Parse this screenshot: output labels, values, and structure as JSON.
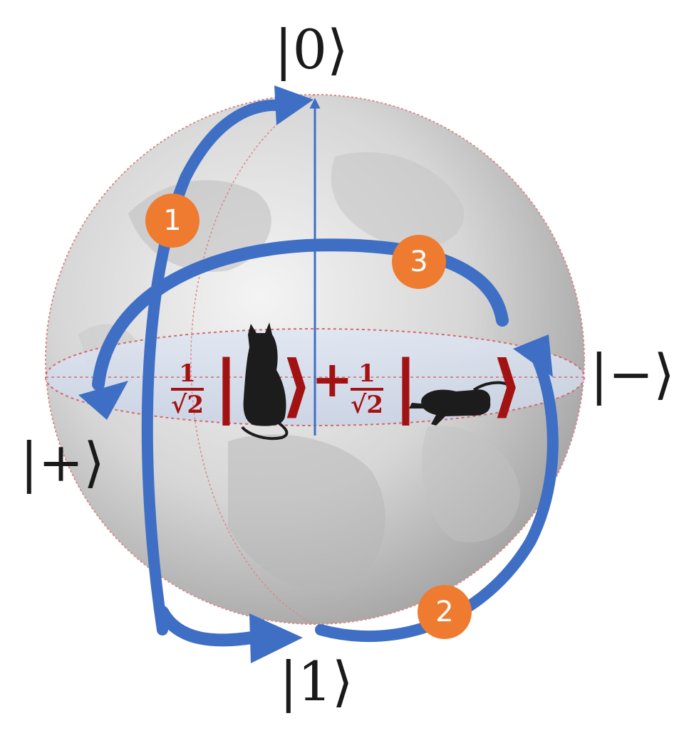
{
  "states": {
    "top": "|0⟩",
    "bottom": "|1⟩",
    "left": "|+⟩",
    "right": "|−⟩"
  },
  "steps": [
    "1",
    "2",
    "3"
  ],
  "formula": {
    "coef1_num": "1",
    "coef1_den": "√2",
    "coef2_num": "1",
    "coef2_den": "√2",
    "bar1": "|",
    "ket1": "⟩",
    "plus": "+",
    "bar2": "|",
    "ket2": "⟩"
  },
  "colors": {
    "arrow": "#3f6fc4",
    "badge": "#ee7b30",
    "formula": "#a31212",
    "sphere_outline": "#d98a8a"
  },
  "icons": [
    "sitting-cat-icon",
    "lying-cat-icon"
  ]
}
